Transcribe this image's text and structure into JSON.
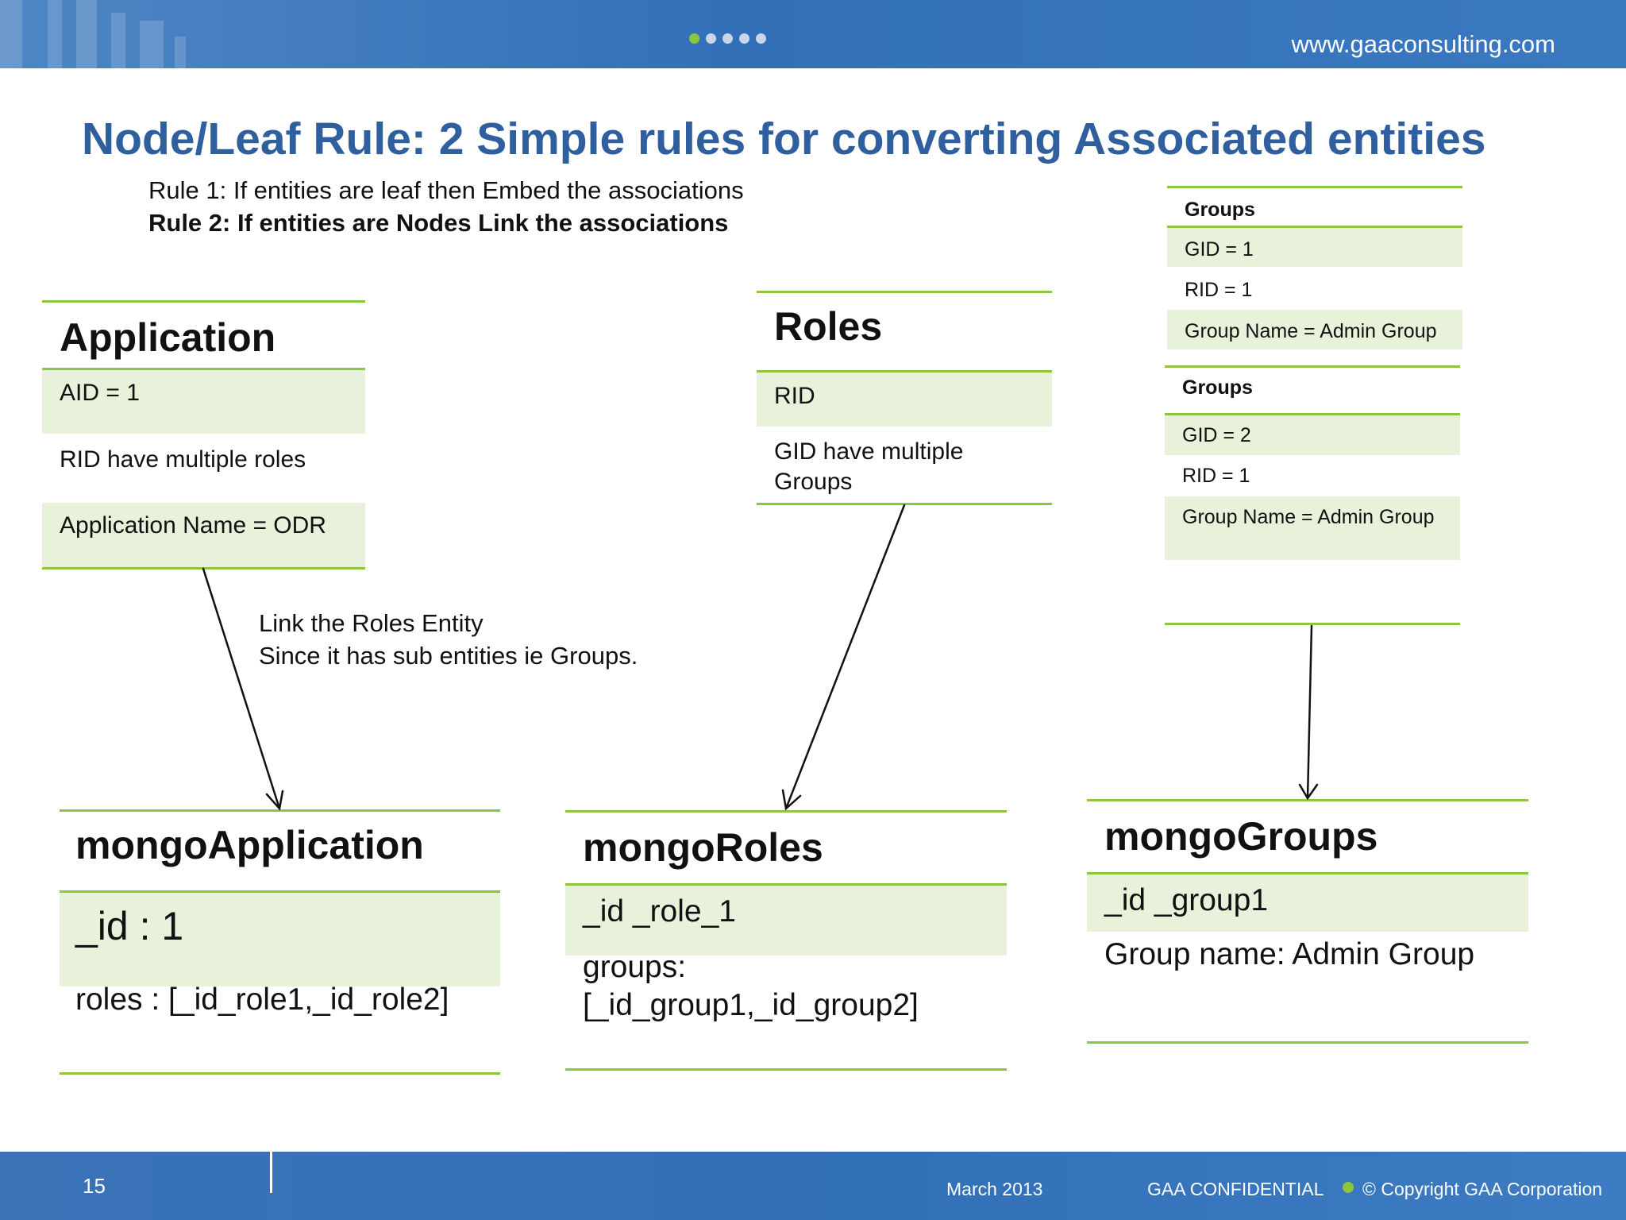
{
  "header": {
    "url": "www.gaaconsulting.com",
    "dots": 5,
    "active_dot": 0
  },
  "footer": {
    "page_number": "15",
    "date": "March 2013",
    "confidential": "GAA CONFIDENTIAL",
    "copyright": "© Copyright GAA Corporation"
  },
  "slide": {
    "title": "Node/Leaf Rule: 2 Simple rules for converting Associated entities",
    "rule1": "Rule 1: If entities are leaf then Embed the associations",
    "rule2": "Rule 2: If entities are Nodes Link the associations",
    "note_line1": "Link the Roles Entity",
    "note_line2": "Since it has sub entities ie Groups."
  },
  "application": {
    "title": "Application",
    "aid": "AID = 1",
    "rid_note": "RID have multiple roles",
    "app_name": "Application Name = ODR"
  },
  "roles": {
    "title": "Roles",
    "rid": "RID",
    "gid_note_1": "GID have multiple",
    "gid_note_2": "Groups"
  },
  "groups1": {
    "title": "Groups",
    "gid": "GID = 1",
    "rid": "RID = 1",
    "name": "Group Name = Admin Group"
  },
  "groups2": {
    "title": "Groups",
    "gid": "GID = 2",
    "rid": "RID = 1",
    "name": "Group Name = Admin Group"
  },
  "mongo_application": {
    "title": "mongoApplication",
    "id": "_id : 1",
    "roles": "roles : [_id_role1,_id_role2]"
  },
  "mongo_roles": {
    "title": "mongoRoles",
    "id": "_id _role_1",
    "groups_1": "groups:",
    "groups_2": "[_id_group1,_id_group2]"
  },
  "mongo_groups": {
    "title": "mongoGroups",
    "id": "_id _group1",
    "name": "Group name: Admin Group"
  },
  "colors": {
    "accent_green": "#8cc63f",
    "row_fill": "#e8f2da",
    "title_blue": "#2f5f9f",
    "bar_blue": "#3370b8"
  }
}
